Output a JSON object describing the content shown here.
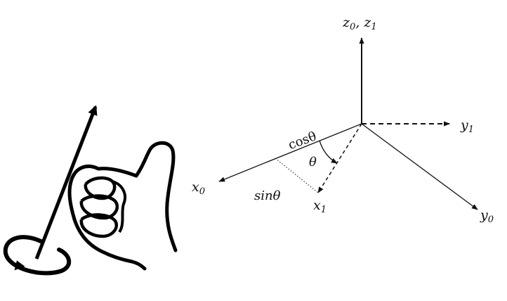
{
  "labels": {
    "z": {
      "main": "z",
      "sub0": "0",
      "sep": ", ",
      "main2": "z",
      "sub1": "1"
    },
    "y1": {
      "main": "y",
      "sub": "1"
    },
    "y0": {
      "main": "y",
      "sub": "0"
    },
    "x0": {
      "main": "x",
      "sub": "0"
    },
    "x1": {
      "main": "x",
      "sub": "1"
    },
    "cos": "cosθ",
    "sin": "sinθ",
    "theta": "θ"
  }
}
